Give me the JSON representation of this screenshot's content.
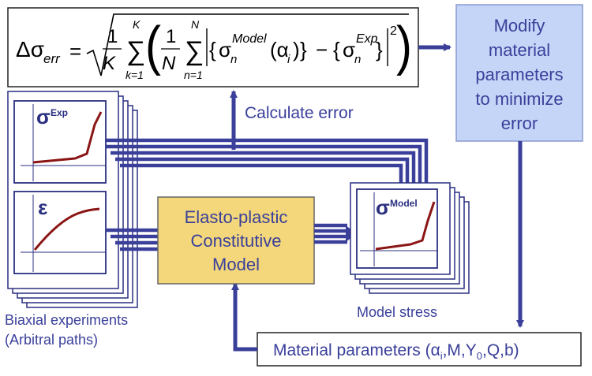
{
  "formula": {
    "lhs": "Δσ",
    "lhs_sub": "err",
    "frac1_num": "1",
    "frac1_den": "K",
    "sum1_upper": "K",
    "sum1_lower": "k=1",
    "frac2_num": "1",
    "frac2_den": "N",
    "sum2_upper": "N",
    "sum2_lower": "n=1",
    "sigma_model": "σ",
    "model_sub": "n",
    "model_sup": "Model",
    "alpha": "(α",
    "alpha_sub": "i",
    "alpha_close": ")",
    "sigma_exp": "σ",
    "exp_sub": "n",
    "exp_sup": "Exp",
    "power": "2"
  },
  "modify_box": {
    "lines": [
      "Modify",
      "material",
      "parameters",
      "to minimize",
      "error"
    ],
    "fill": "#c5d5f7"
  },
  "calc_error_label": "Calculate error",
  "exp_sigma_panel": {
    "symbol": "σ",
    "sup": "Exp"
  },
  "exp_strain_panel": {
    "symbol": "ε"
  },
  "model_panel": {
    "symbol": "σ",
    "sup": "Model"
  },
  "constitutive_box": {
    "lines": [
      "Elasto-plastic",
      "Constitutive",
      "Model"
    ],
    "fill": "#f3d77a"
  },
  "model_stress_label": "Model stress",
  "biaxial_label": [
    "Biaxial experiments",
    "(Arbitral paths)"
  ],
  "material_params": {
    "prefix": "Material parameters (",
    "alpha": "α",
    "alpha_sub": "i",
    "m": ",M,Y",
    "y_sub": "0",
    "rest": ",Q,b)"
  },
  "colors": {
    "arrow": "#3a3f9a",
    "panel_border": "#2a2f80",
    "curve": "#8b1515",
    "text_blue": "#3a3f9a"
  }
}
